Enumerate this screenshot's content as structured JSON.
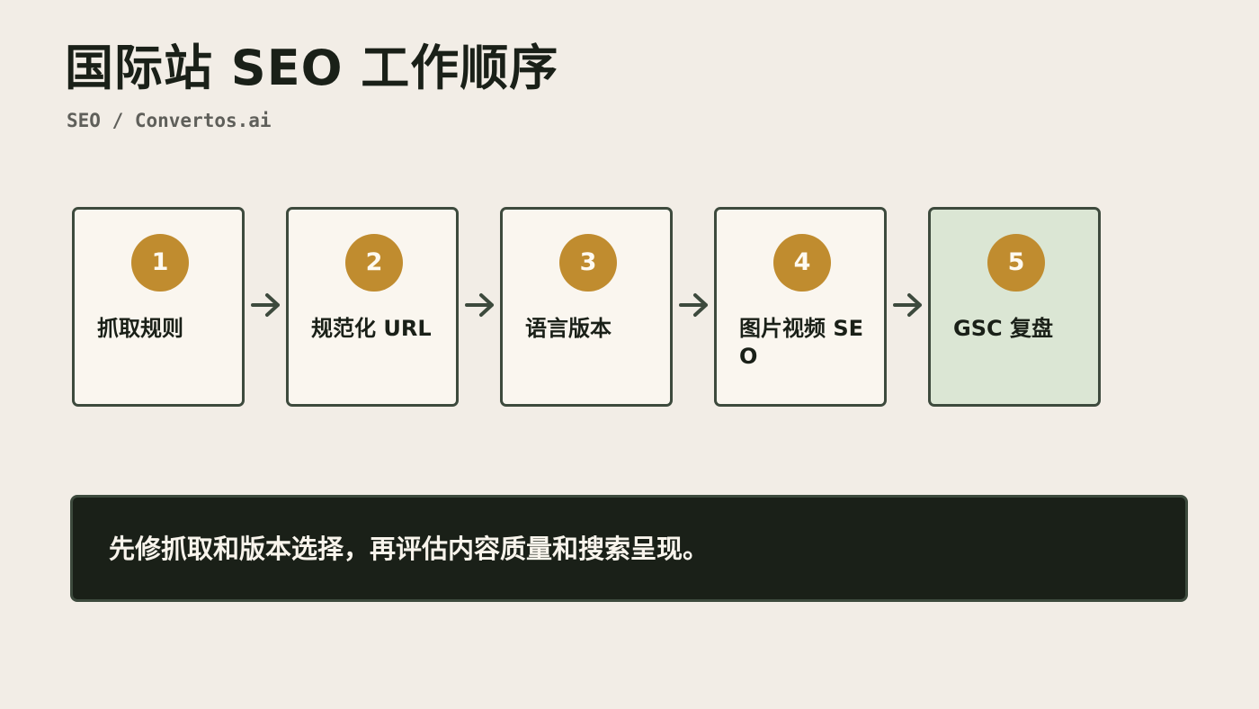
{
  "header": {
    "title": "国际站 SEO 工作顺序",
    "subtitle": "SEO / Convertos.ai"
  },
  "steps": [
    {
      "number": "1",
      "label": "抓取规则"
    },
    {
      "number": "2",
      "label": "规范化 URL"
    },
    {
      "number": "3",
      "label": "语言版本"
    },
    {
      "number": "4",
      "label": "图片视频 SEO"
    },
    {
      "number": "5",
      "label": "GSC 复盘"
    }
  ],
  "summary": {
    "text": "先修抓取和版本选择，再评估内容质量和搜索呈现。"
  },
  "colors": {
    "background": "#f2ede6",
    "card": "#faf6ef",
    "card_final": "#dbe6d4",
    "badge": "#c08c2f",
    "border": "#3d4a3d",
    "summary_background": "#1a2018"
  },
  "icons": {
    "connector": "right-arrow-icon"
  }
}
